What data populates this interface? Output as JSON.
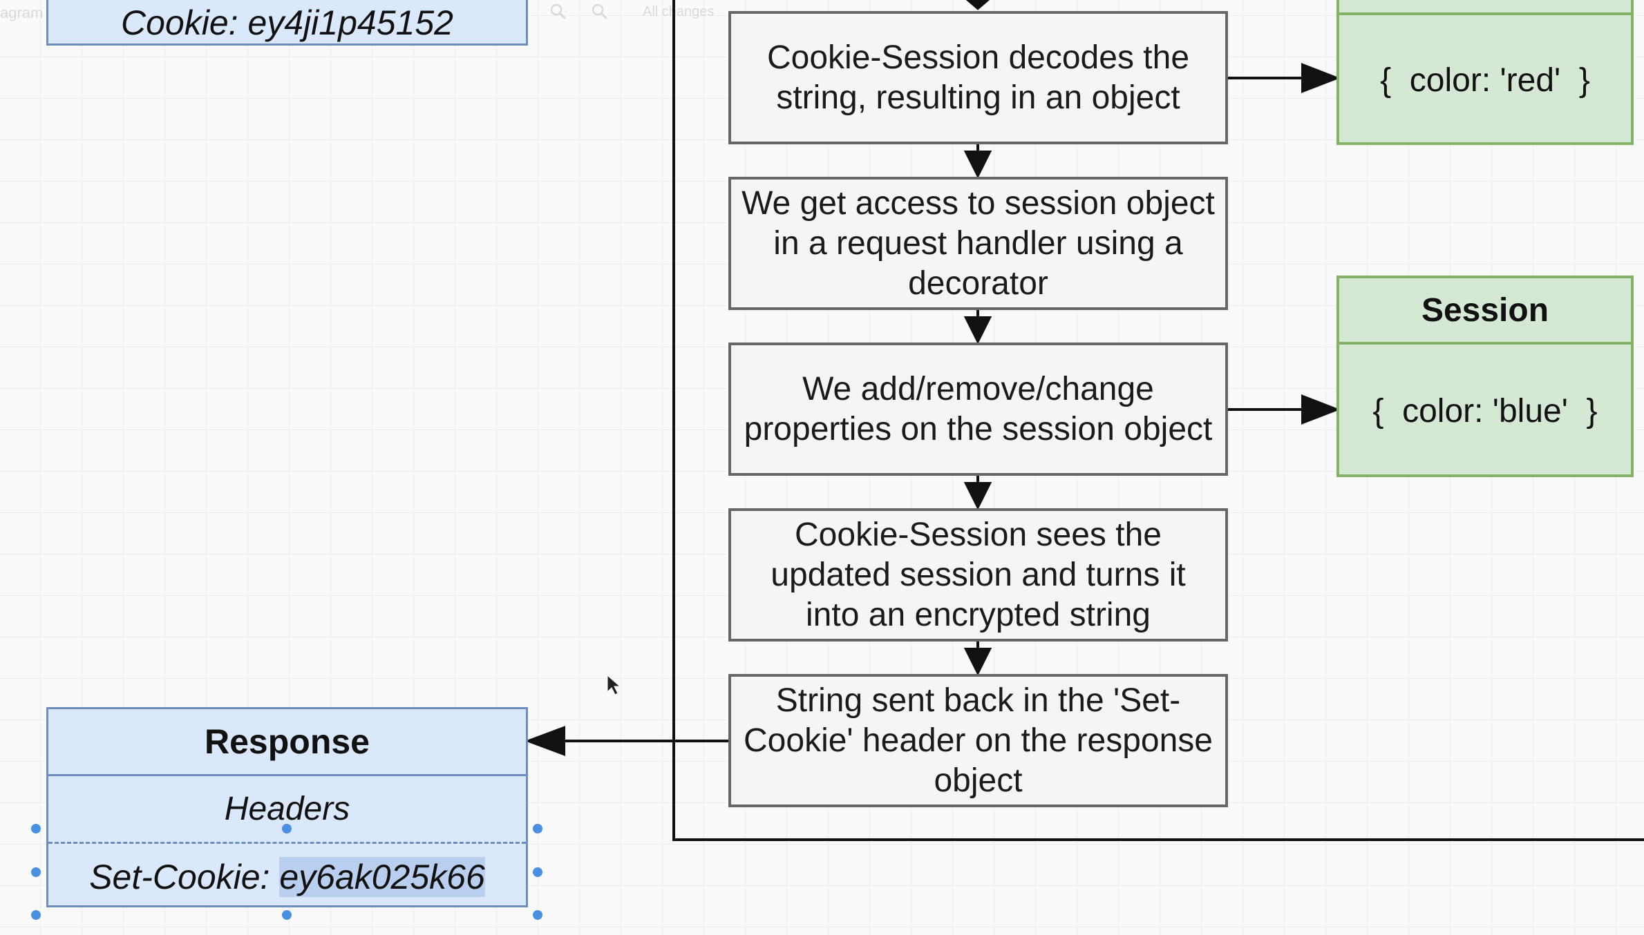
{
  "toolbar": {
    "menu_fragment": "agram",
    "changes_text": "All changes"
  },
  "request_cookie": "Cookie: ey4ji1p45152",
  "flow": {
    "steps": [
      "Cookie-Session decodes the string, resulting in an object",
      "We get access to session object in a request handler using a decorator",
      "We add/remove/change properties on the session object",
      "Cookie-Session sees the updated session and turns it into an encrypted string",
      "String sent back in the 'Set-Cookie' header on the response object"
    ]
  },
  "decoded_object": "{  color: 'red'  }",
  "session": {
    "title": "Session",
    "value": "{  color: 'blue'  }"
  },
  "response": {
    "title": "Response",
    "headers_label": "Headers",
    "set_cookie_prefix": "Set-Cookie: ",
    "set_cookie_value": "ey6ak025k66"
  },
  "colors": {
    "blue_fill": "#dae8fc",
    "blue_stroke": "#6c8ebf",
    "green_fill": "#d5e8d4",
    "green_stroke": "#82b366",
    "process_fill": "#f5f5f5",
    "process_stroke": "#666666"
  }
}
